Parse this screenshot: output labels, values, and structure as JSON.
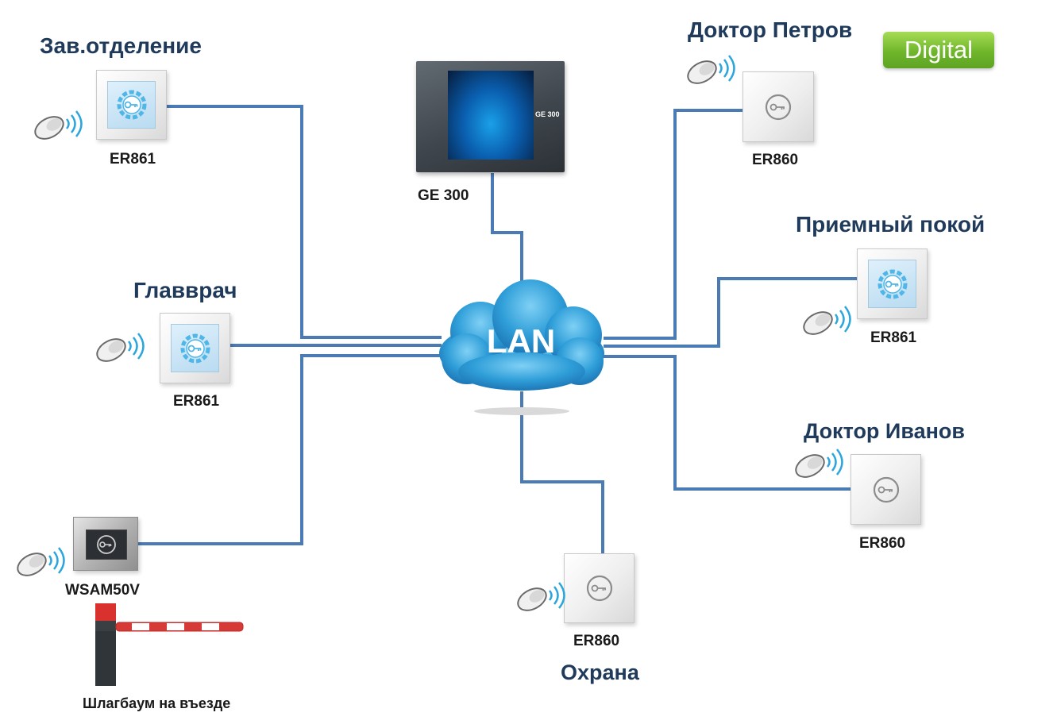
{
  "badge": "Digital",
  "network": "LAN",
  "controller": {
    "screen_label": "GE 300",
    "caption": "GE 300"
  },
  "nodes": {
    "zav": {
      "title": "Зав.отделение",
      "model": "ER861"
    },
    "glav": {
      "title": "Главврач",
      "model": "ER861"
    },
    "wsam": {
      "model": "WSAM50V",
      "barrier_caption": "Шлагбаум на въезде"
    },
    "petrov": {
      "title": "Доктор Петров",
      "model": "ER860"
    },
    "priem": {
      "title": "Приемный покой",
      "model": "ER861"
    },
    "ivanov": {
      "title": "Доктор Иванов",
      "model": "ER860"
    },
    "ohrana": {
      "title": "Охрана",
      "model": "ER860"
    }
  },
  "colors": {
    "wire": "#4b7bb5",
    "title_text": "#1f3a5a",
    "badge_green": "#6fb62b",
    "cloud_blue": "#2f9ed8"
  },
  "icons": [
    "key-icon",
    "rfid-tag-icon",
    "cloud-icon",
    "barrier-icon",
    "monitor-icon"
  ]
}
